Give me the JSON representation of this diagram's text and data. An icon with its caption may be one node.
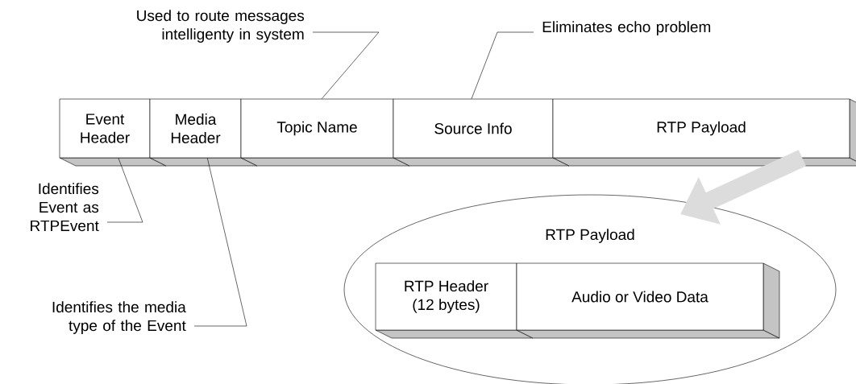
{
  "diagram": {
    "nodes": [
      {
        "text": [
          "Event Header"
        ]
      },
      {
        "text": [
          "Media Header"
        ]
      },
      {
        "text": [
          "Topic Name"
        ]
      },
      {
        "text": [
          "Source Info"
        ]
      },
      {
        "text": [
          "RTP Payload"
        ]
      },
      {
        "text": [
          "RTP Payload"
        ]
      },
      {
        "text": [
          "RTP Header (12 bytes)"
        ],
        "in": 5
      },
      {
        "text": [
          "Audio or Video Data"
        ],
        "in": 5
      },
      {
        "text": [
          "Used to route messages intelligenty in system"
        ]
      },
      {
        "text": [
          "Eliminates echo problem"
        ]
      },
      {
        "text": [
          "Identifies Event as RTPEvent"
        ]
      },
      {
        "text": [
          "Identifies the media type of the Event"
        ]
      }
    ],
    "edges": [
      {
        "from": 8,
        "to": 2,
        "arrow": "none"
      },
      {
        "from": 9,
        "to": 3,
        "arrow": "none"
      },
      {
        "from": 10,
        "to": 0,
        "arrow": "none"
      },
      {
        "from": 11,
        "to": 1,
        "arrow": "none"
      },
      {
        "from": 4,
        "to": 5,
        "arrow": "to",
        "style": "thick",
        "color": "#dcdcdc"
      }
    ]
  }
}
